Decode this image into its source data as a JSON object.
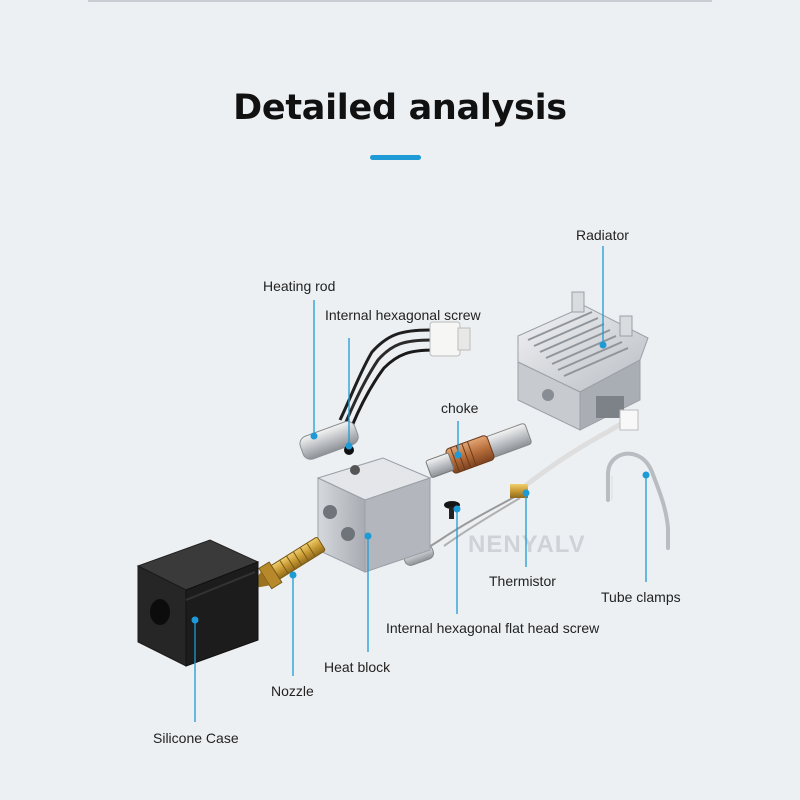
{
  "title": "Detailed analysis",
  "watermark": "NENYALV",
  "accent_color": "#1e9ad6",
  "labels": {
    "radiator": "Radiator",
    "heating_rod": "Heating rod",
    "internal_hex_screw": "Internal hexagonal screw",
    "choke": "choke",
    "thermistor": "Thermistor",
    "tube_clamps": "Tube clamps",
    "flat_head_screw": "Internal hexagonal flat head screw",
    "heat_block": "Heat block",
    "nozzle": "Nozzle",
    "silicone_case": "Silicone Case"
  }
}
